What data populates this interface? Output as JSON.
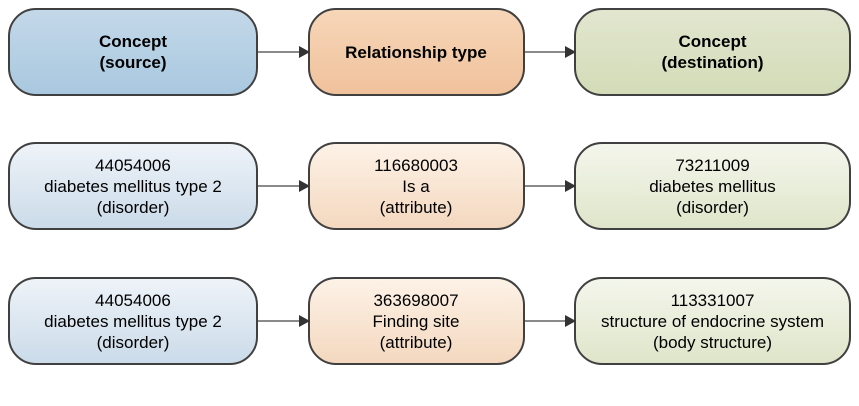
{
  "diagram": {
    "description": "SNOMED CT relationship triple diagram",
    "rows": [
      {
        "kind": "header",
        "cells": [
          {
            "role": "source-concept-header",
            "lines": [
              "Concept",
              "(source)"
            ]
          },
          {
            "role": "relationship-type-header",
            "lines": [
              "Relationship type"
            ]
          },
          {
            "role": "destination-concept-header",
            "lines": [
              "Concept",
              "(destination)"
            ]
          }
        ]
      },
      {
        "kind": "data",
        "cells": [
          {
            "role": "source-concept",
            "lines": [
              "44054006",
              "diabetes mellitus type 2",
              "(disorder)"
            ]
          },
          {
            "role": "relationship-type",
            "lines": [
              "116680003",
              "Is a",
              "(attribute)"
            ]
          },
          {
            "role": "destination-concept",
            "lines": [
              "73211009",
              "diabetes mellitus",
              "(disorder)"
            ]
          }
        ]
      },
      {
        "kind": "data",
        "cells": [
          {
            "role": "source-concept",
            "lines": [
              "44054006",
              "diabetes mellitus type 2",
              "(disorder)"
            ]
          },
          {
            "role": "relationship-type",
            "lines": [
              "363698007",
              "Finding site",
              "(attribute)"
            ]
          },
          {
            "role": "destination-concept",
            "lines": [
              "113331007",
              "structure of endocrine system",
              "(body structure)"
            ]
          }
        ]
      }
    ],
    "colors": {
      "source_header_fill": "#b7cfe4",
      "relationship_header_fill": "#f3cca9",
      "destination_header_fill": "#dbe1c4",
      "source_data_fill": "#d7e3ef",
      "relationship_data_fill": "#f8e0cb",
      "destination_data_fill": "#e9edd8",
      "node_border": "#404040",
      "arrow_line": "#8a8a8a",
      "arrow_head": "#333333"
    }
  }
}
